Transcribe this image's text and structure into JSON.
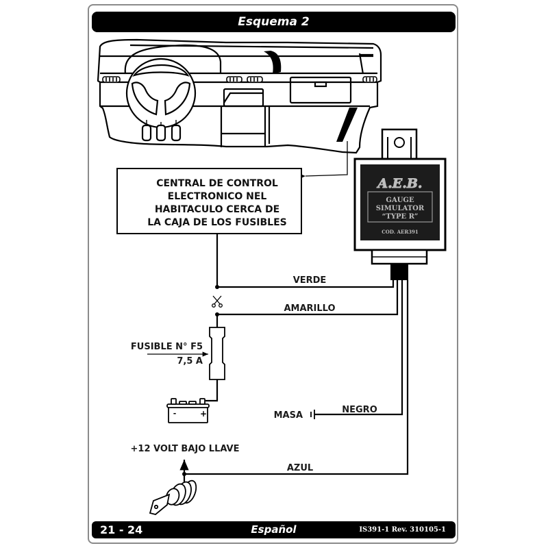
{
  "header": {
    "title": "Esquema 2"
  },
  "footer": {
    "pages": "21 - 24",
    "language": "Español",
    "revision": "IS391-1 Rev. 310105-1"
  },
  "control_box": {
    "lines": [
      "CENTRAL DE CONTROL",
      "ELECTRONICO NEL",
      "HABITACULO CERCA DE",
      "LA CAJA DE LOS FUSIBLES"
    ]
  },
  "device": {
    "brand": "A.E.B.",
    "name_lines": [
      "GAUGE",
      "SIMULATOR",
      "“TYPE R”"
    ],
    "code": "COD. AER391"
  },
  "wires": {
    "verde": "VERDE",
    "amarillo": "AMARILLO",
    "negro": "NEGRO",
    "azul": "AZUL"
  },
  "fuse": {
    "label": "FUSIBLE N° F5",
    "rating": "7,5 A"
  },
  "battery": {
    "minus": "-",
    "plus": "+"
  },
  "ground": {
    "label": "MASA"
  },
  "ignition": {
    "label": "+12 VOLT BAJO LLAVE"
  },
  "colors": {
    "ink": "#000000",
    "device_face": "#1c1c1c",
    "device_text": "#bdbdbd",
    "border": "#8a8a8a"
  }
}
